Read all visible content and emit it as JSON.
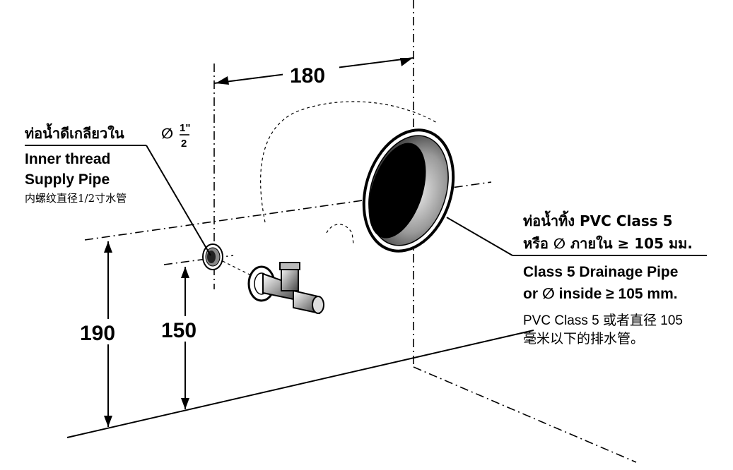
{
  "dimensions": {
    "width_180": "180",
    "height_190": "190",
    "height_150": "150"
  },
  "supply_pipe": {
    "thai": "ท่อน้ำดีเกลียวใน",
    "diameter_symbol": "∅",
    "fraction_num": "1\"",
    "fraction_den": "2",
    "en_line1": "Inner thread",
    "en_line2": "Supply Pipe",
    "zh": "内螺纹直径1/2寸水管"
  },
  "drain_pipe": {
    "thai_line1": "ท่อน้ำทิ้ง PVC Class 5",
    "thai_line2": "หรือ ∅ ภายใน ≥ 105 มม.",
    "en_line1": "Class 5 Drainage Pipe",
    "en_line2": "or ∅ inside ≥ 105 mm.",
    "zh_line1": "PVC Class 5 或者直径 105",
    "zh_line2": "毫米以下的排水管。"
  }
}
